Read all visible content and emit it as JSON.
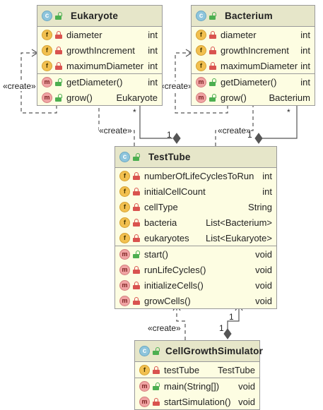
{
  "classes": {
    "eukaryote": {
      "name": "Eukaryote",
      "fields": [
        {
          "name": "diameter",
          "type": "int"
        },
        {
          "name": "growthIncrement",
          "type": "int"
        },
        {
          "name": "maximumDiameter",
          "type": "int"
        }
      ],
      "methods": [
        {
          "name": "getDiameter()",
          "type": "int"
        },
        {
          "name": "grow()",
          "type": "Eukaryote"
        }
      ]
    },
    "bacterium": {
      "name": "Bacterium",
      "fields": [
        {
          "name": "diameter",
          "type": "int"
        },
        {
          "name": "growthIncrement",
          "type": "int"
        },
        {
          "name": "maximumDiameter",
          "type": "int"
        }
      ],
      "methods": [
        {
          "name": "getDiameter()",
          "type": "int"
        },
        {
          "name": "grow()",
          "type": "Bacterium"
        }
      ]
    },
    "testtube": {
      "name": "TestTube",
      "fields": [
        {
          "name": "numberOfLifeCyclesToRun",
          "type": "int"
        },
        {
          "name": "initialCellCount",
          "type": "int"
        },
        {
          "name": "cellType",
          "type": "String"
        },
        {
          "name": "bacteria",
          "type": "List<Bacterium>"
        },
        {
          "name": "eukaryotes",
          "type": "List<Eukaryote>"
        }
      ],
      "methods": [
        {
          "name": "start()",
          "type": "void"
        },
        {
          "name": "runLifeCycles()",
          "type": "void"
        },
        {
          "name": "initializeCells()",
          "type": "void"
        },
        {
          "name": "growCells()",
          "type": "void"
        }
      ]
    },
    "simulator": {
      "name": "CellGrowthSimulator",
      "fields": [
        {
          "name": "testTube",
          "type": "TestTube"
        }
      ],
      "methods": [
        {
          "name": "main(String[])",
          "type": "void"
        },
        {
          "name": "startSimulation()",
          "type": "void"
        }
      ]
    }
  },
  "relations": {
    "create_label": "«create»",
    "multiplicity_many": "*",
    "multiplicity_one": "1"
  },
  "icons": {
    "class_icon": "class-icon",
    "field_icon": "field-icon",
    "method_icon": "method-icon",
    "private_icon": "lock-icon",
    "public_icon": "open-lock-icon"
  },
  "colors": {
    "header_bg": "#e6e6c9",
    "body_bg": "#fdfde2",
    "border": "#9a9a9a",
    "private": "#d9534f",
    "public": "#4caf50"
  }
}
